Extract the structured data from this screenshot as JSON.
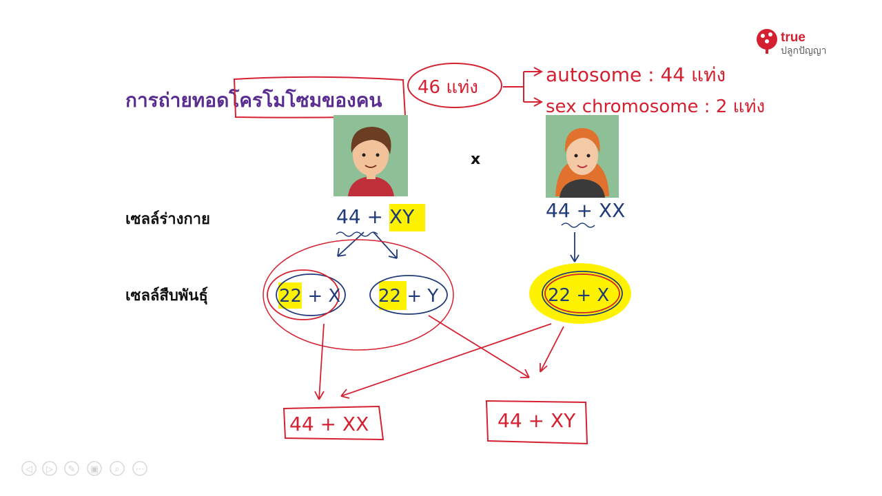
{
  "slide": {
    "title": "การถ่ายทอดโครโมโซมของคน",
    "cross_symbol": "x",
    "row_labels": {
      "somatic": "เซลล์ร่างกาย",
      "gamete": "เซลล์สืบพันธุ์"
    }
  },
  "annotations": {
    "total": "46 แท่ง",
    "autosome": "autosome : 44 แท่ง",
    "sex_chromosome": "sex chromosome : 2 แท่ง",
    "male_somatic": "44 + XY",
    "female_somatic": "44 + XX",
    "male_gamete_1": "22 + X",
    "male_gamete_2": "22 + Y",
    "female_gamete": "22 + X",
    "offspring_female": "44 + XX",
    "offspring_male": "44 + XY"
  },
  "logo": {
    "brand": "true",
    "sub": "ปลูกปัญญา"
  },
  "controls": [
    {
      "icon": "previous-icon",
      "glyph": "◁"
    },
    {
      "icon": "next-icon",
      "glyph": "▷"
    },
    {
      "icon": "pen-icon",
      "glyph": "✎"
    },
    {
      "icon": "slides-icon",
      "glyph": "▣"
    },
    {
      "icon": "zoom-icon",
      "glyph": "⌕"
    },
    {
      "icon": "more-icon",
      "glyph": "⋯"
    }
  ],
  "colors": {
    "title": "#5a2d91",
    "ink_blue": "#1f3a78",
    "ink_red": "#d42030",
    "highlight": "#fff200",
    "avatar_bg": "#8fbf97"
  }
}
